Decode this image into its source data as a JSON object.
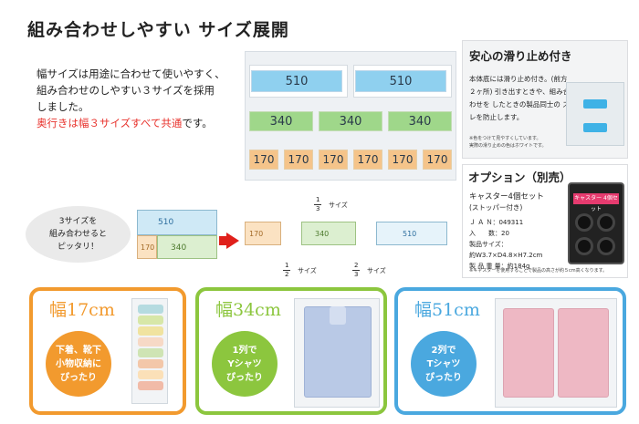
{
  "title": "組み合わせしやすい サイズ展開",
  "intro": {
    "line1": "幅サイズは用途に合わせて使いやすく、",
    "line2": "組み合わせのしやすい３サイズを採用",
    "line3": "しました。",
    "red": "奥行きは幅３サイズすべて共通",
    "tail": "です。"
  },
  "shelf": {
    "s510": "510",
    "s340": "340",
    "s170": "170"
  },
  "nonslip": {
    "title": "安心の滑り止め付き",
    "text": "本体底には滑り止め付き。(前方２ヶ所) 引き出すときや、組み合わせを したときの製品同士の ズレを防止します。",
    "note1": "※色をつけて見やすくしています。",
    "note2": "実際の滑り止めの色はホワイトです。"
  },
  "option": {
    "title": "オプション（別売）",
    "name": "キャスター4個セット",
    "sub": "(ストッパー付き)",
    "jan": "Ｊ Ａ Ｎ：049311",
    "qty": "入　　数：20",
    "size_label": "製品サイズ：",
    "size": "約W3.7×D4.8×H7.2cm",
    "weight": "製 品 重 量：約184g",
    "note": "※キャスターを使用することで製品の高さが約５cm高くなります。",
    "pack_label": "キャスター 4個セット"
  },
  "bubble": {
    "l1": "3サイズを",
    "l2": "組み合わせると",
    "l3": "ピッタリ！"
  },
  "diagram": {
    "b510": "510",
    "b340": "340",
    "b170": "170",
    "f1n": "1",
    "f1d": "3",
    "f1s": "サイズ",
    "f2n": "1",
    "f2d": "2",
    "f2s": "サイズ",
    "f3n": "2",
    "f3d": "3",
    "f3s": "サイズ"
  },
  "cards": [
    {
      "title": "幅17cm",
      "l1": "下着、靴下",
      "l2": "小物収納に",
      "l3": "ぴったり"
    },
    {
      "title": "幅34cm",
      "l1": "1列で",
      "l2": "Yシャツ",
      "l3": "ぴったり"
    },
    {
      "title": "幅51cm",
      "l1": "2列で",
      "l2": "Tシャツ",
      "l3": "ぴったり"
    }
  ],
  "colors": {
    "orange": "#f29a2e",
    "green": "#8cc63e",
    "blue": "#4aa8df",
    "red": "#e8322c"
  }
}
